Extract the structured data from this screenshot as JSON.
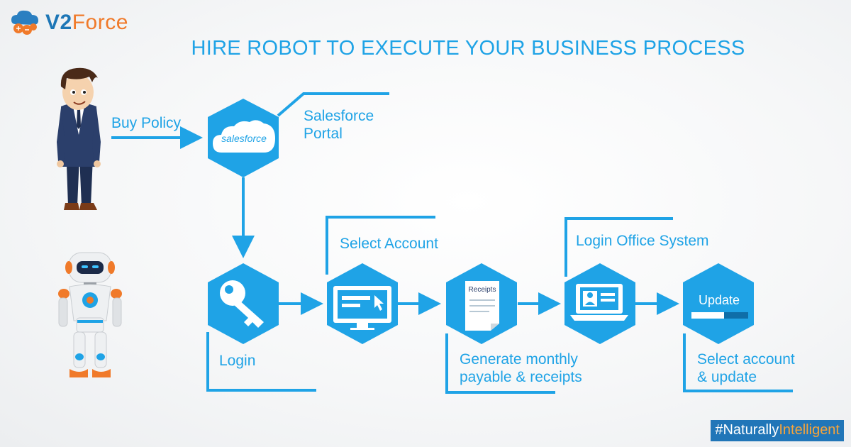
{
  "logo": {
    "brand_prefix": "V2",
    "brand_suffix": "Force"
  },
  "title": "HIRE ROBOT TO EXECUTE YOUR BUSINESS PROCESS",
  "labels": {
    "buy_policy": "Buy Policy",
    "salesforce_portal_line1": "Salesforce",
    "salesforce_portal_line2": "Portal",
    "login": "Login",
    "select_account": "Select Account",
    "generate_line1": "Generate monthly",
    "generate_line2": "payable & receipts",
    "login_office": "Login Office System",
    "select_update_line1": "Select account",
    "select_update_line2": "& update"
  },
  "icons": {
    "salesforce_text": "salesforce",
    "receipts_text": "Receipts",
    "update_text": "Update"
  },
  "hashtag": {
    "prefix": "#Naturally",
    "suffix": "Intelligent"
  },
  "colors": {
    "primary": "#1fa3e6",
    "brand_blue": "#1d76b6",
    "brand_orange": "#f07a2a"
  }
}
